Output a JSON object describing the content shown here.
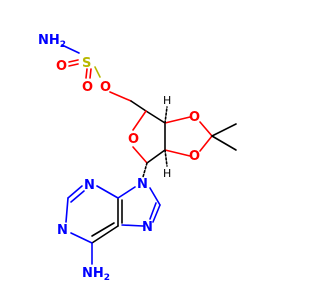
{
  "molecule": {
    "labels": {
      "nh2_top": "NH",
      "nh2_top_sub": "2",
      "sulfur": "S",
      "o_sulfonyl_left": "O",
      "o_sulfonyl_bottom": "O",
      "o_ester": "O",
      "o_ring": "O",
      "o_dioxolane_top": "O",
      "o_dioxolane_bottom": "O",
      "h_top": "H",
      "h_bottom": "H",
      "n9": "N",
      "n3": "N",
      "n1": "N",
      "n7": "N",
      "nh2_bottom": "NH",
      "nh2_bottom_sub": "2"
    },
    "colors": {
      "oxygen": "#ff0000",
      "nitrogen": "#0000ff",
      "sulfur": "#b8b800",
      "carbon": "#000000"
    }
  }
}
